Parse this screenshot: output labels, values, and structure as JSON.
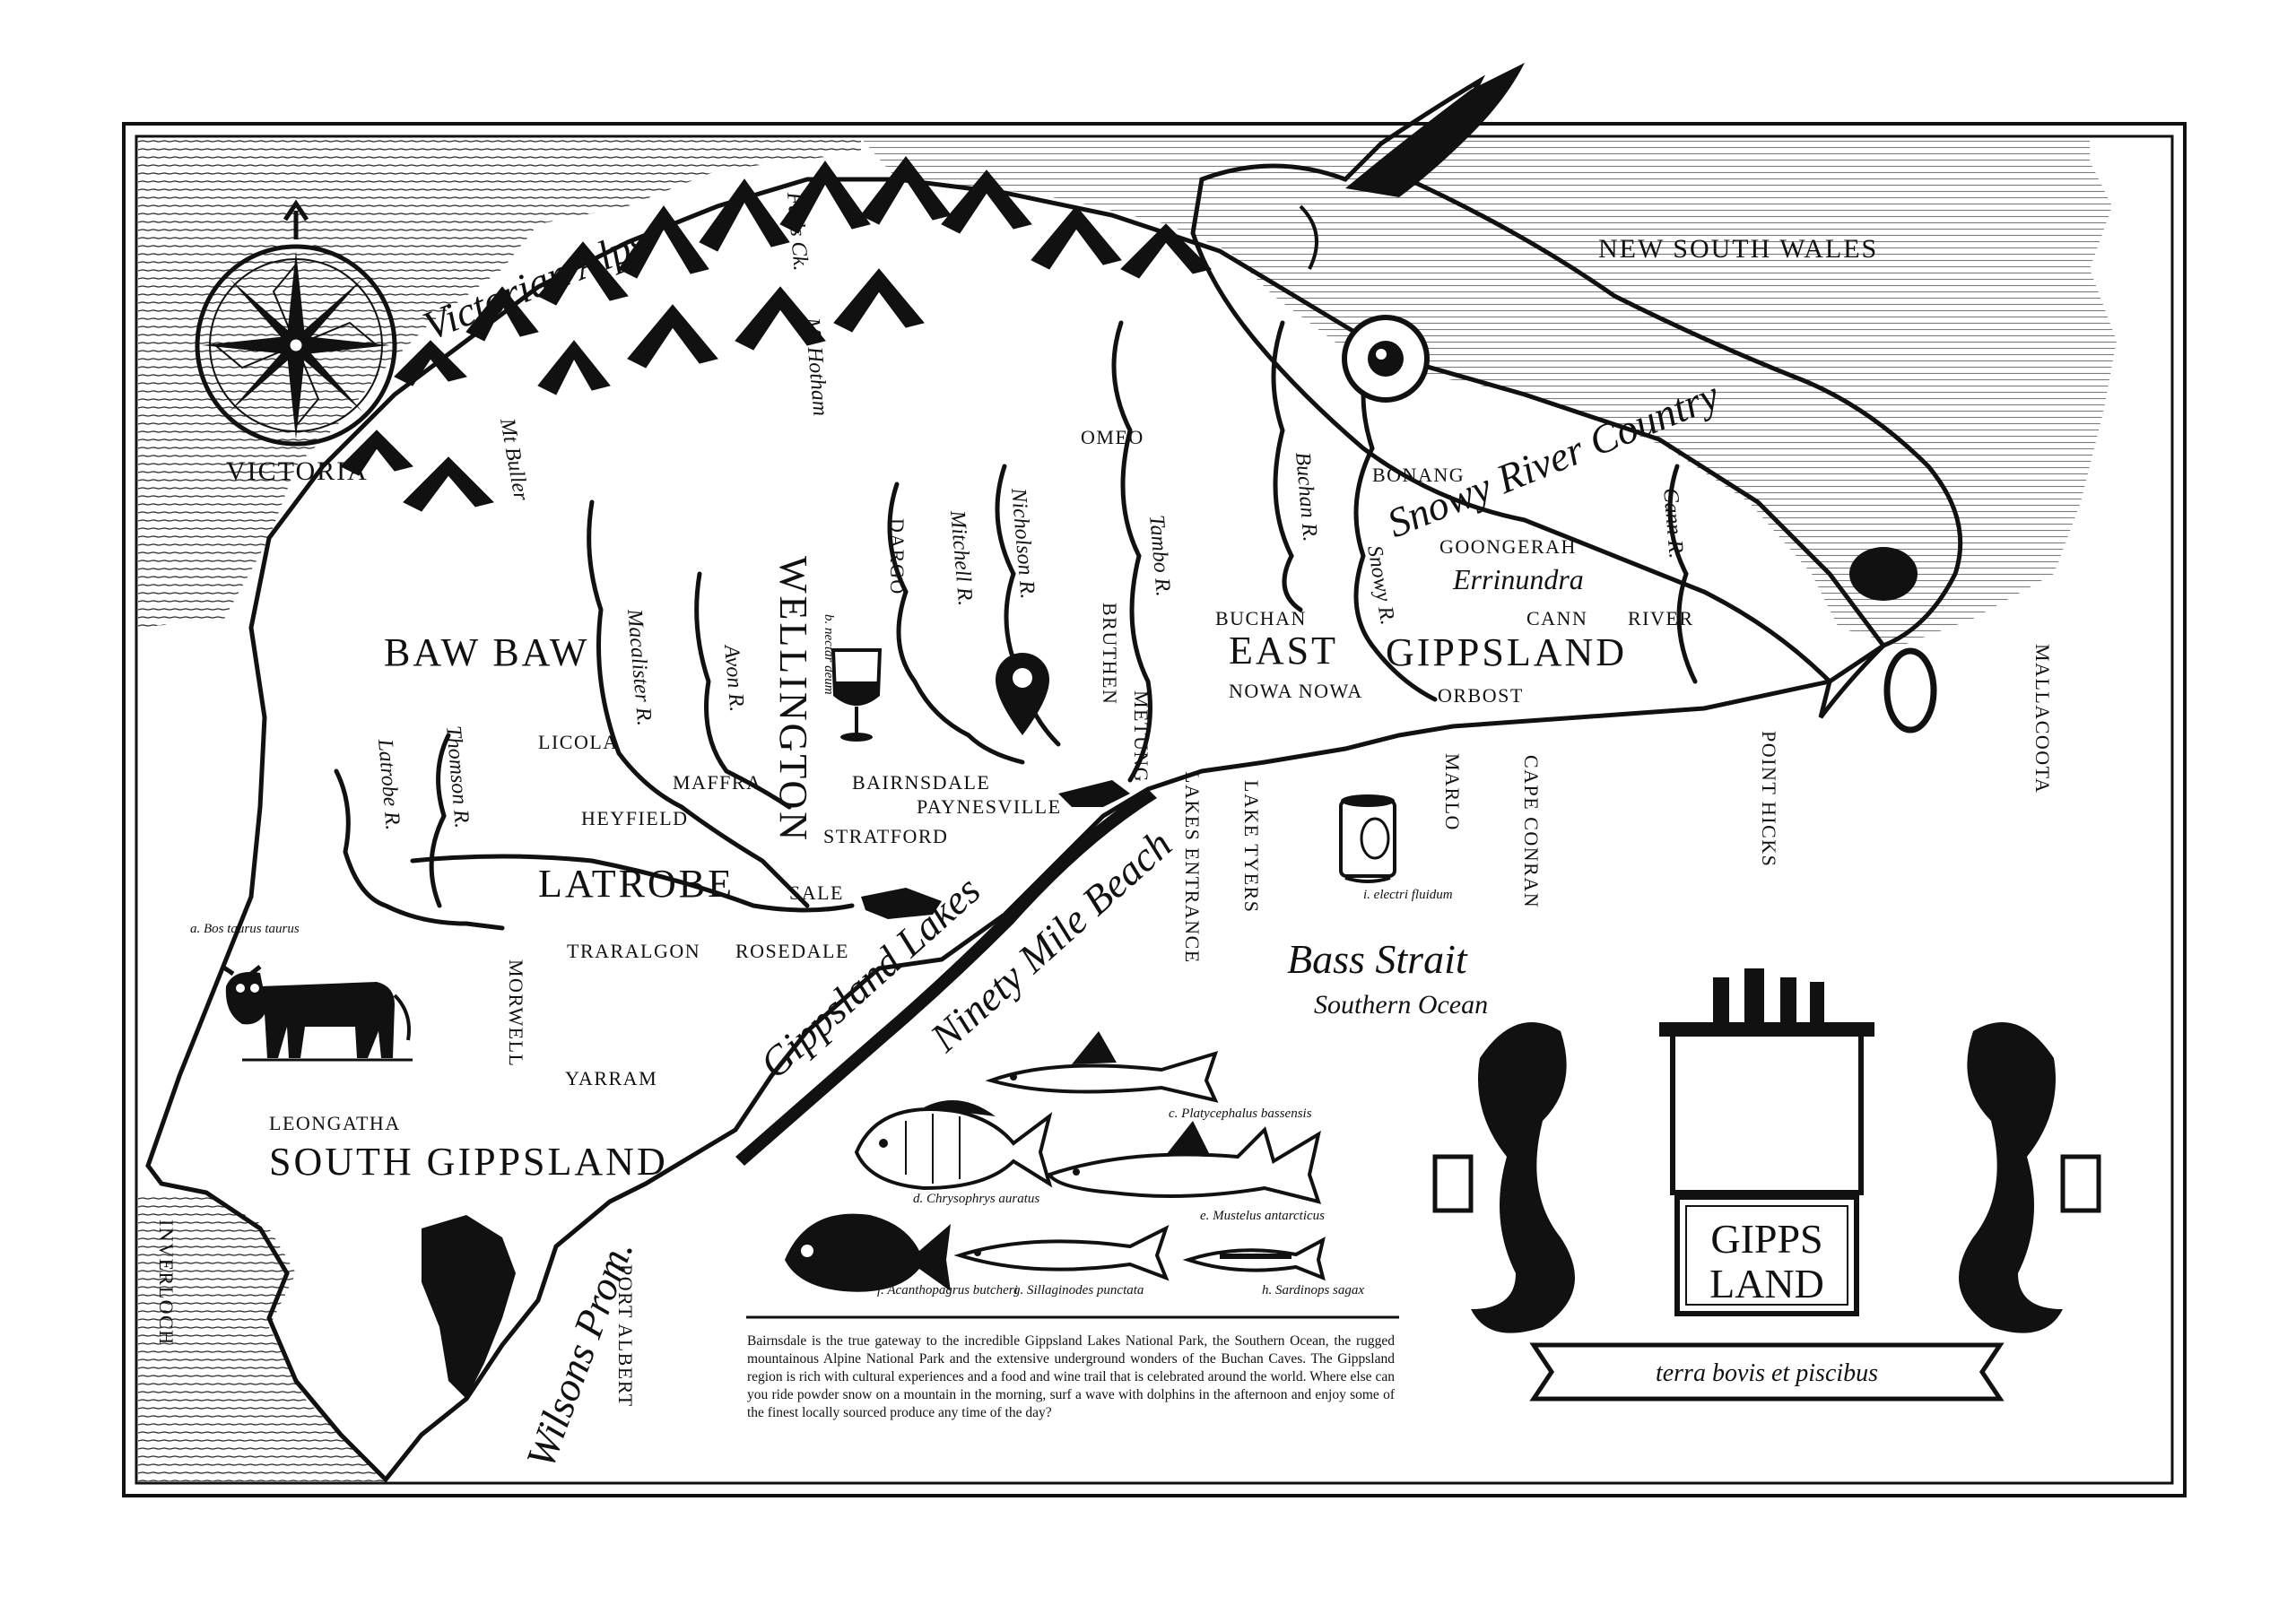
{
  "regions": {
    "victoria": "VICTORIA",
    "new_south_wales": "NEW SOUTH WALES",
    "baw_baw": "BAW BAW",
    "wellington": "WELLINGTON",
    "latrobe": "LATROBE",
    "south_gippsland": "SOUTH GIPPSLAND",
    "east": "EAST",
    "gippsland": "GIPPSLAND"
  },
  "features": {
    "victorian_alps": "Victorian Alps",
    "snowy_river_country": "Snowy River Country",
    "errinundra": "Errinundra",
    "gippsland_lakes": "Gippsland Lakes",
    "ninety_mile_beach": "Ninety Mile Beach",
    "bass_strait": "Bass Strait",
    "southern_ocean": "Southern Ocean",
    "wilsons_prom": "Wilsons Prom."
  },
  "peaks": {
    "falls_ck": "Falls Ck.",
    "mt_hotham": "Mt Hotham",
    "mt_buller": "Mt Buller"
  },
  "rivers": {
    "macalister": "Macalister R.",
    "avon": "Avon R.",
    "latrobe": "Latrobe R.",
    "thomson": "Thomson R.",
    "mitchell": "Mitchell R.",
    "nicholson": "Nicholson R.",
    "tambo": "Tambo R.",
    "buchan": "Buchan R.",
    "snowy": "Snowy R.",
    "cann": "Cann R."
  },
  "towns": {
    "omeo": "OMEO",
    "dargo": "DARGO",
    "bruthen": "BRUTHEN",
    "buchan": "BUCHAN",
    "bonang": "BONANG",
    "goongerah": "GOONGERAH",
    "cann_river": "CANN",
    "cann_river_2": "RIVER",
    "orbost": "ORBOST",
    "nowa_nowa": "NOWA NOWA",
    "licola": "LICOLA",
    "maffra": "MAFFRA",
    "heyfield": "HEYFIELD",
    "bairnsdale": "BAIRNSDALE",
    "paynesville": "PAYNESVILLE",
    "stratford": "STRATFORD",
    "sale": "SALE",
    "metung": "METUNG",
    "traralgon": "TRARALGON",
    "rosedale": "ROSEDALE",
    "morwell": "MORWELL",
    "yarram": "YARRAM",
    "leongatha": "LEONGATHA",
    "inverloch": "INVERLOCH",
    "port_albert": "PORT ALBERT",
    "lakes_entrance": "LAKES ENTRANCE",
    "lake_tyers": "LAKE TYERS",
    "marlo": "MARLO",
    "cape_conran": "CAPE CONRAN",
    "point_hicks": "POINT HICKS",
    "mallacoota": "MALLACOOTA"
  },
  "captions": {
    "cow": "a. Bos taurus taurus",
    "wine": "b. nectar deum",
    "can": "i. electri fluidum",
    "flathead": "c. Platycephalus bassensis",
    "bream": "d. Chrysophrys auratus",
    "shark": "e. Mustelus antarcticus",
    "blackfish": "f. Acanthopagrus butcheri",
    "whiting": "g. Sillaginodes punctata",
    "sardine": "h. Sardinops sagax"
  },
  "crest": {
    "line1": "GIPPS",
    "line2": "LAND",
    "motto": "terra bovis et piscibus"
  },
  "description": "Bairnsdale is the true gateway to the incredible Gippsland Lakes National Park, the Southern Ocean, the rugged mountainous Alpine National Park and the extensive underground wonders of the Buchan Caves.  The Gippsland region is rich with cultural experiences and a food and wine trail that is celebrated around the world.  Where else can you ride powder snow on a mountain in the morning, surf a wave with dolphins in the afternoon and enjoy some of the finest locally sourced produce any time of the day?",
  "colors": {
    "ink": "#111111",
    "paper": "#ffffff"
  },
  "icons": [
    "compass-rose-icon",
    "location-pin-icon",
    "wine-glass-icon",
    "can-icon",
    "cow-icon",
    "bull-head-icon"
  ]
}
